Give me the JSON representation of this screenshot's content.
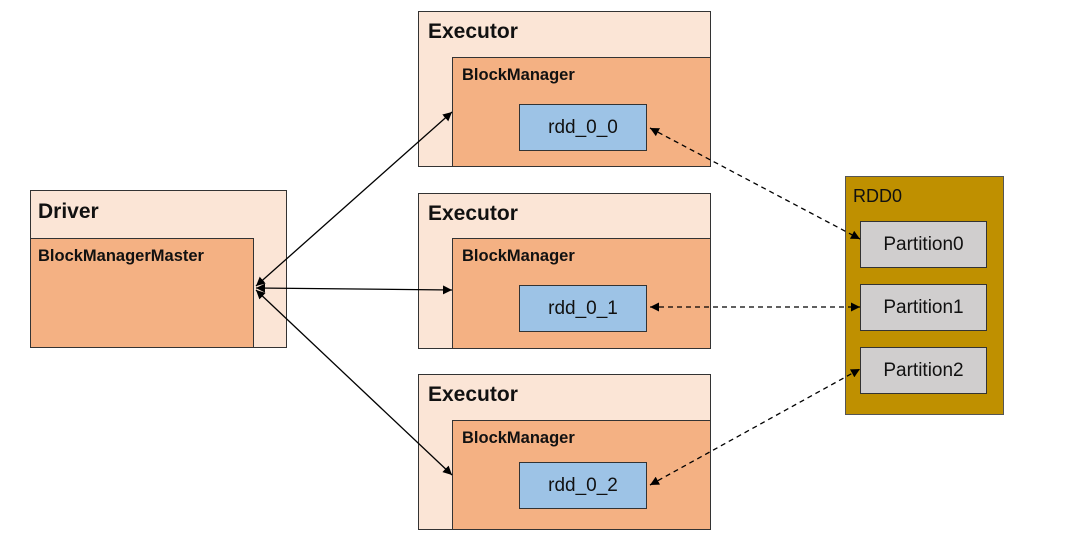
{
  "driver": {
    "title": "Driver",
    "master": "BlockManagerMaster"
  },
  "executors": [
    {
      "title": "Executor",
      "manager": "BlockManager",
      "block": "rdd_0_0"
    },
    {
      "title": "Executor",
      "manager": "BlockManager",
      "block": "rdd_0_1"
    },
    {
      "title": "Executor",
      "manager": "BlockManager",
      "block": "rdd_0_2"
    }
  ],
  "rdd": {
    "title": "RDD0",
    "partitions": [
      "Partition0",
      "Partition1",
      "Partition2"
    ]
  },
  "colors": {
    "outer": "#fbe5d6",
    "inner": "#f4b183",
    "block": "#9dc3e6",
    "rdd": "#bf9000",
    "partition": "#d0cece"
  }
}
